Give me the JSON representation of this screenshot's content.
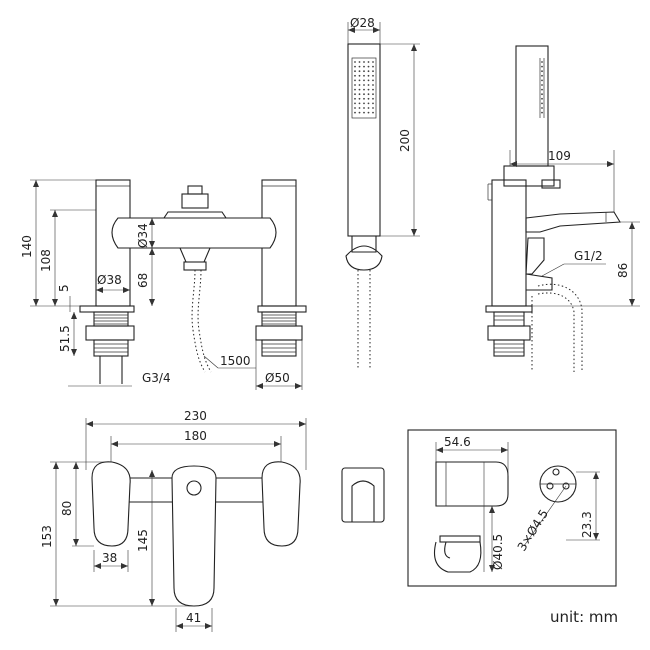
{
  "dimensions": {
    "d28": "Ø28",
    "h200": "200",
    "h140": "140",
    "h108": "108",
    "h5": "5",
    "d38": "Ø38",
    "d34": "Ø34",
    "h68": "68",
    "h51_5": "51.5",
    "g34": "G3/4",
    "l1500": "1500",
    "d50": "Ø50",
    "w109": "109",
    "g12": "G1/2",
    "h86": "86",
    "w230": "230",
    "w180": "180",
    "h80": "80",
    "h153": "153",
    "h145": "145",
    "w38": "38",
    "w41": "41",
    "w54_6": "54.6",
    "d40_5": "Ø40.5",
    "holes": "3×Ø4.5",
    "h23_3": "23.3"
  },
  "unit": "unit: mm"
}
